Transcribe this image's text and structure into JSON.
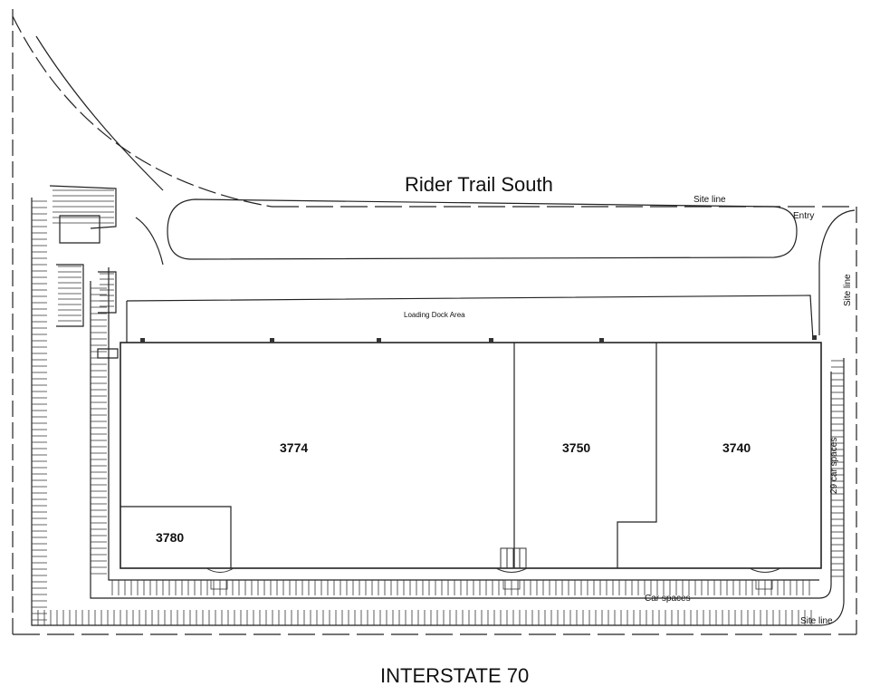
{
  "roads": {
    "north": "Rider Trail South",
    "south": "INTERSTATE 70"
  },
  "site_labels": {
    "site_line_top": "Site line",
    "site_line_right": "Site line",
    "site_line_bottom": "Site line",
    "entry": "Entry",
    "loading_dock": "Loading Dock Area",
    "car_spaces_bottom": "Car spaces",
    "car_spaces_right": "29 car spaces"
  },
  "units": [
    "3774",
    "3750",
    "3740",
    "3780"
  ]
}
